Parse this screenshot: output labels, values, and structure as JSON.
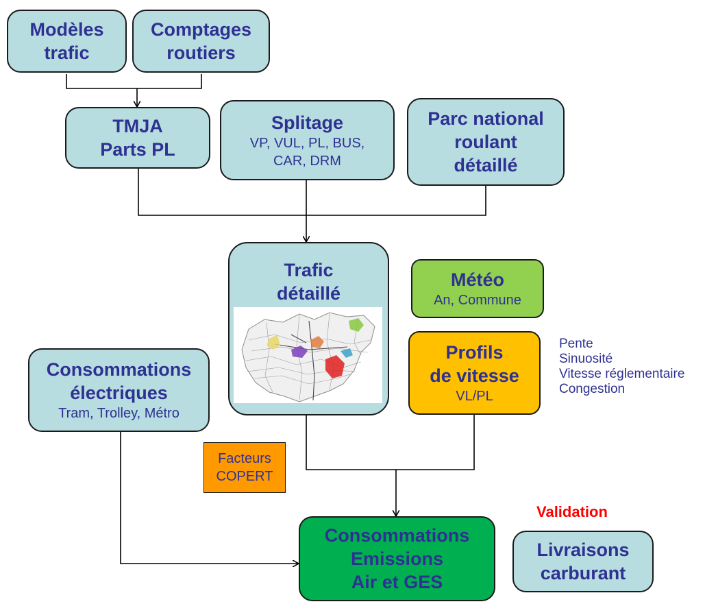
{
  "boxes": {
    "modeles": {
      "title": "Modèles\ntrafic"
    },
    "comptages": {
      "title": "Comptages\nroutiers"
    },
    "tmja": {
      "title": "TMJA\nParts PL"
    },
    "splitage": {
      "title": "Splitage",
      "sub": "VP, VUL, PL, BUS,\nCAR, DRM"
    },
    "parc": {
      "title": "Parc national\nroulant\ndétaillé"
    },
    "trafic": {
      "title": "Trafic\ndétaillé"
    },
    "meteo": {
      "title": "Météo",
      "sub": "An, Commune"
    },
    "profils": {
      "title": "Profils\nde vitesse",
      "sub": "VL/PL"
    },
    "conso_elec": {
      "title": "Consommations\nélectriques",
      "sub": "Tram, Trolley, Métro"
    },
    "copert": {
      "title": "Facteurs\nCOPERT"
    },
    "emissions": {
      "title": "Consommations\nEmissions\nAir et GES"
    },
    "livraisons": {
      "title": "Livraisons\ncarburant"
    }
  },
  "profils_factors": [
    "Pente",
    "Sinuosité",
    "Vitesse réglementaire",
    "Congestion"
  ],
  "validation_label": "Validation",
  "colors": {
    "box_default": "#b7dde0",
    "meteo": "#92d050",
    "profils": "#ffc000",
    "copert": "#ff9900",
    "emissions": "#00b050",
    "text_blue": "#2e3192",
    "validation": "#ff0000"
  }
}
